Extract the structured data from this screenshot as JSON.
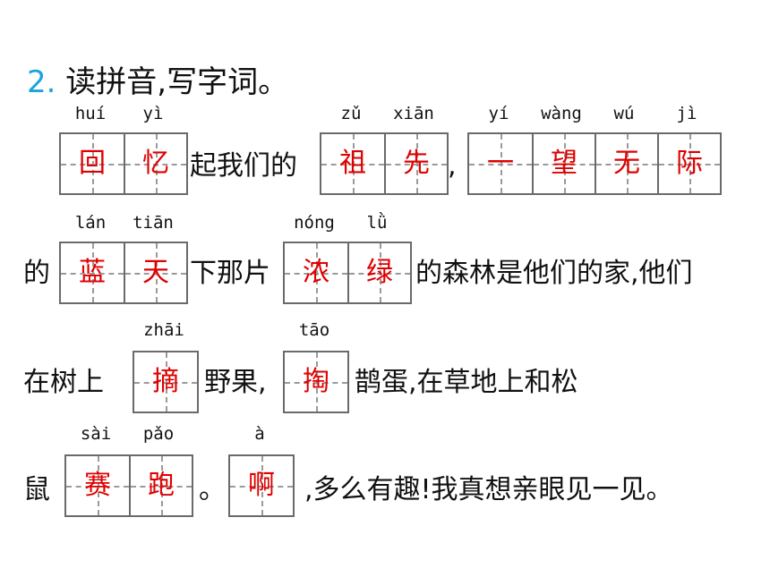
{
  "title": {
    "number": "2.",
    "text": "读拼音,写字词。"
  },
  "pinyin": {
    "hui": "huí",
    "yi": "yì",
    "zu": "zǔ",
    "xian": "xiān",
    "yi2": "yí",
    "wang": "wàng",
    "wu": "wú",
    "ji": "jì",
    "lan": "lán",
    "tian": "tiān",
    "nong": "nóng",
    "lv": "lǜ",
    "zhai": "zhāi",
    "tao": "tāo",
    "sai": "sài",
    "pao": "pǎo",
    "a": "à"
  },
  "answers": {
    "hui": "回",
    "yi": "忆",
    "zu": "祖",
    "xian": "先",
    "yi2": "一",
    "wang": "望",
    "wu": "无",
    "ji": "际",
    "lan": "蓝",
    "tian": "天",
    "nong": "浓",
    "lv": "绿",
    "zhai": "摘",
    "tao": "掏",
    "sai": "赛",
    "pao": "跑",
    "a": "啊"
  },
  "text": {
    "l1_a": "起我们的",
    "l1_b": ",",
    "l2_a": "的",
    "l2_b": "下那片",
    "l2_c": "的森林是他们的家,他们",
    "l3_a": "在树上",
    "l3_b": "野果,",
    "l3_c": "鹊蛋,在草地上和松",
    "l4_a": "鼠",
    "l4_b": "。",
    "l4_c": ",多么有趣!我真想亲眼见一见。"
  }
}
